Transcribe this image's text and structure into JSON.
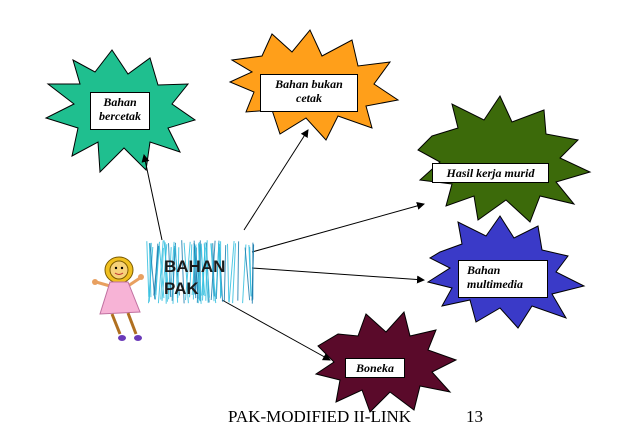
{
  "center": {
    "line1": "BAHAN",
    "line2": "PAK"
  },
  "nodes": [
    {
      "id": "bahan-bercetak",
      "line1": "Bahan",
      "line2": "bercetak",
      "color": "#1fbf8f"
    },
    {
      "id": "bahan-bukan-cetak",
      "line1": "Bahan bukan",
      "line2": "cetak",
      "color": "#ff9f1a"
    },
    {
      "id": "hasil-kerja-murid",
      "line1": "Hasil kerja murid",
      "line2": "",
      "color": "#3c6a0a"
    },
    {
      "id": "bahan-multimedia",
      "line1": "Bahan",
      "line2": "multimedia",
      "color": "#3a3ac8"
    },
    {
      "id": "boneka",
      "line1": "Boneka",
      "line2": "",
      "color": "#5a0a2a"
    }
  ],
  "footer": {
    "text": "PAK-MODIFIED II-LINK",
    "page": "13"
  },
  "colors": {
    "scribble": "#33bfe0",
    "scribble_dark": "#1d7fb0",
    "girl_dress": "#f7b3d6",
    "girl_hair": "#f0c020"
  }
}
